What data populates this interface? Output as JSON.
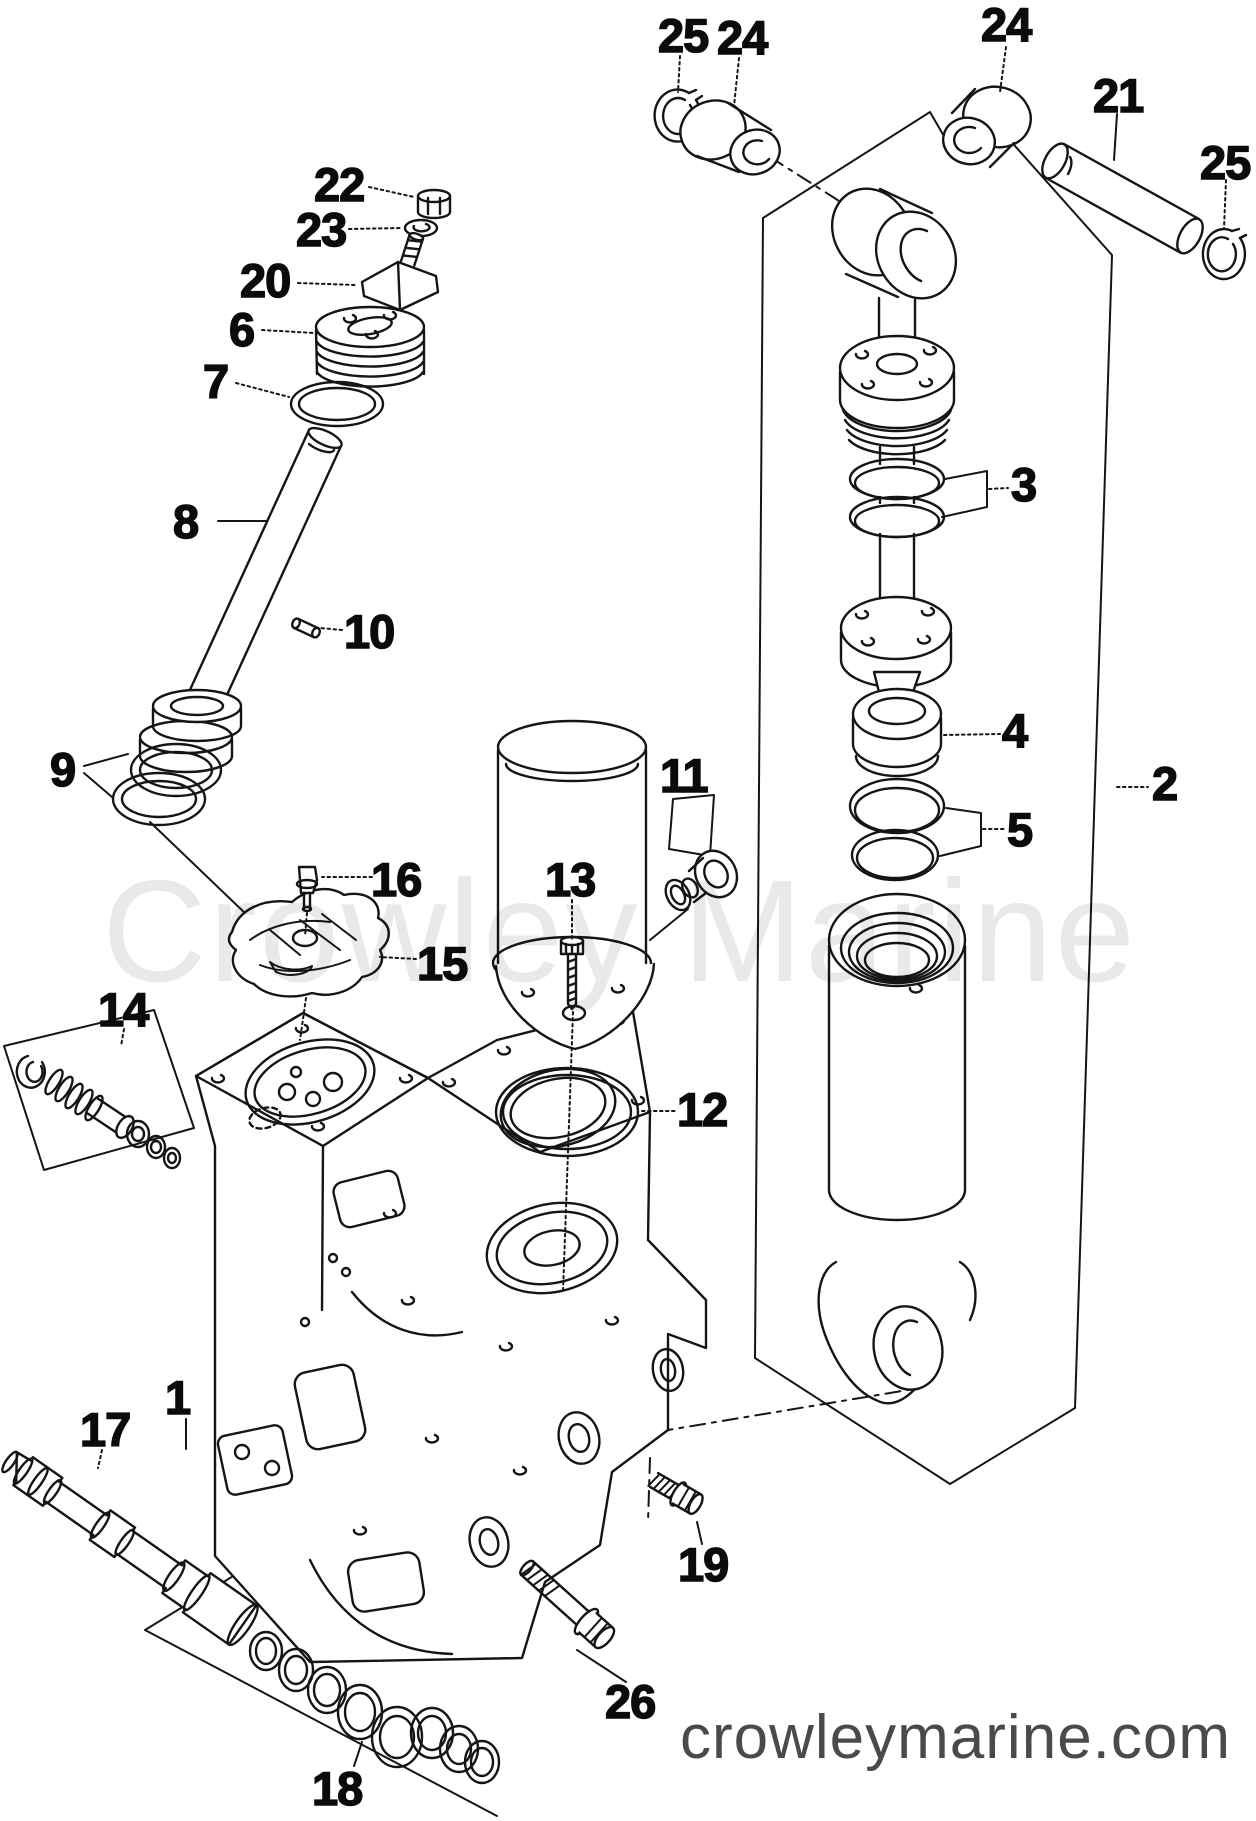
{
  "watermark_text": "Crowley Marine",
  "footer": {
    "site": "crowleymarine.com"
  },
  "diagram": {
    "callouts": {
      "1": {
        "label": "1"
      },
      "2": {
        "label": "2"
      },
      "3": {
        "label": "3"
      },
      "4": {
        "label": "4"
      },
      "5": {
        "label": "5"
      },
      "6": {
        "label": "6"
      },
      "7": {
        "label": "7"
      },
      "8": {
        "label": "8"
      },
      "9": {
        "label": "9"
      },
      "10": {
        "label": "10"
      },
      "11": {
        "label": "11"
      },
      "12": {
        "label": "12"
      },
      "13": {
        "label": "13"
      },
      "14": {
        "label": "14"
      },
      "15": {
        "label": "15"
      },
      "16": {
        "label": "16"
      },
      "17": {
        "label": "17"
      },
      "18": {
        "label": "18"
      },
      "19": {
        "label": "19"
      },
      "20": {
        "label": "20"
      },
      "21": {
        "label": "21"
      },
      "22": {
        "label": "22"
      },
      "23": {
        "label": "23"
      },
      "24a": {
        "label": "24"
      },
      "24b": {
        "label": "24"
      },
      "25a": {
        "label": "25"
      },
      "25b": {
        "label": "25"
      },
      "26": {
        "label": "26"
      }
    }
  }
}
